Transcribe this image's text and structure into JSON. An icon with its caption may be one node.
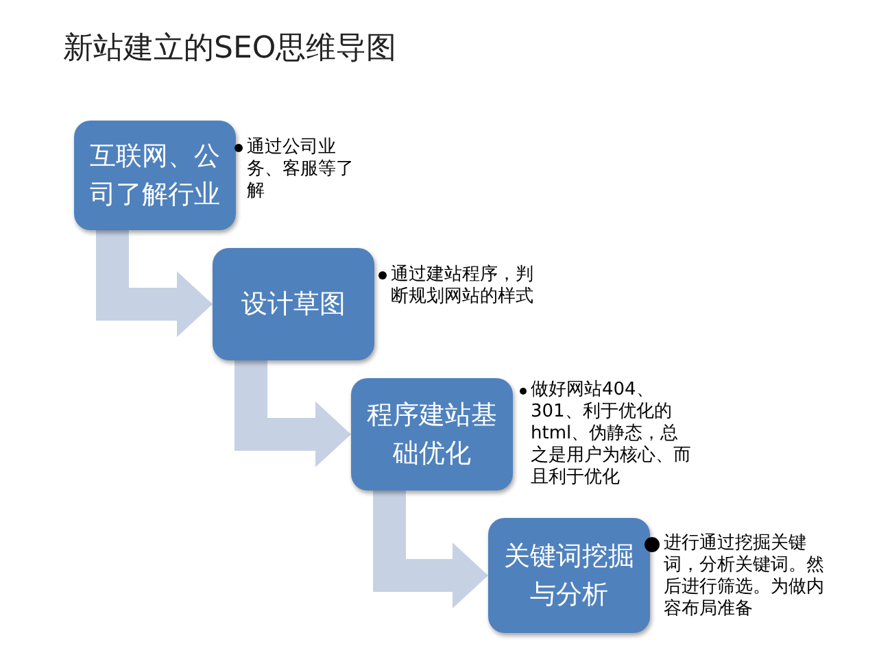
{
  "diagram": {
    "title": "新站建立的SEO思维导图",
    "nodes": [
      {
        "text": [
          "互联网、公司了解行业"
        ],
        "beside": [
          "通过公司业务、客服等了解"
        ]
      },
      {
        "text": [
          "设计草图"
        ],
        "beside": [
          "通过建站程序，判断规划网站的样式"
        ]
      },
      {
        "text": [
          "程序建站基础优化"
        ],
        "beside": [
          "做好网站404、301、利于优化的html、伪静态，总之是用户为核心、而且利于优化"
        ]
      },
      {
        "text": [
          "关键词挖掘与分析"
        ],
        "beside": [
          "进行通过挖掘关键词，分析关键词。然后进行筛选。为做内容布局准备"
        ]
      }
    ],
    "edges": [
      {
        "from": 0,
        "to": 1,
        "arrow": "to"
      },
      {
        "from": 1,
        "to": 2,
        "arrow": "to"
      },
      {
        "from": 2,
        "to": 3,
        "arrow": "to"
      }
    ]
  }
}
